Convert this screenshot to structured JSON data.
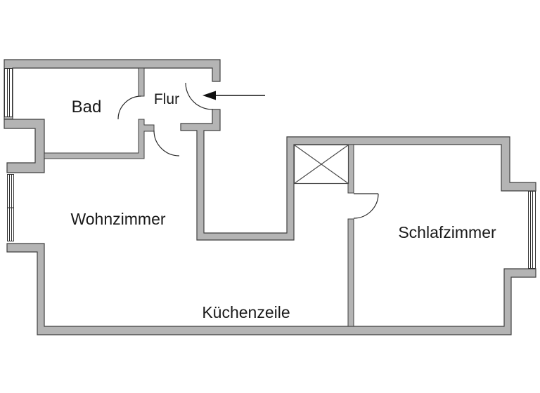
{
  "colors": {
    "background": "#ffffff",
    "wall_fill": "#b4b4b4",
    "wall_outline": "#3f3f3f",
    "line": "#2b2b2b",
    "text": "#1a1a1a"
  },
  "rooms": [
    {
      "id": "bad",
      "label": "Bad"
    },
    {
      "id": "flur",
      "label": "Flur"
    },
    {
      "id": "wohnzimmer",
      "label": "Wohnzimmer"
    },
    {
      "id": "schlafzimmer",
      "label": "Schlafzimmer"
    },
    {
      "id": "kuechenzeile",
      "label": "Küchenzeile"
    }
  ],
  "elements": {
    "doors": [
      "bad-door",
      "wohnzimmer-door",
      "entrance-door",
      "schlafzimmer-door"
    ],
    "windows": [
      "bad-window",
      "wohnzimmer-window",
      "schlafzimmer-window"
    ],
    "shaft_symbol": "crossed-box",
    "entrance_arrow": "left-pointing-arrow"
  }
}
